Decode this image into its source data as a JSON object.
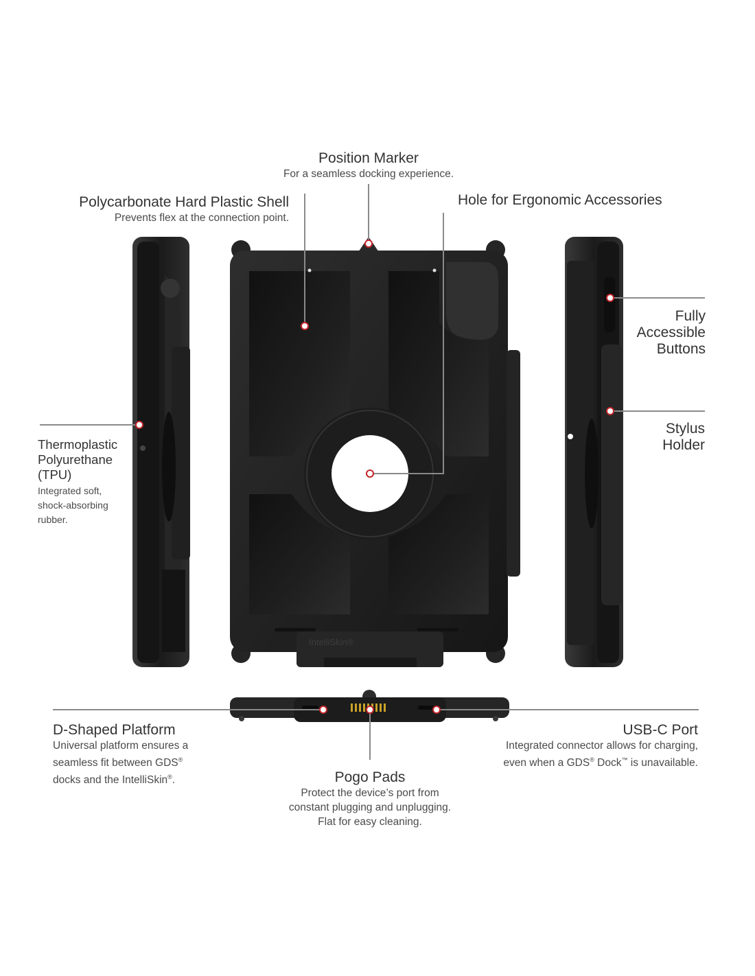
{
  "colors": {
    "callout_line": "#8a8a8a",
    "marker_ring": "#c3262b",
    "case_dark": "#1c1c1c",
    "case_mid": "#2a2a2a",
    "pogo_gold": "#c9a227"
  },
  "embossed_logo": "IntelliSkin®",
  "callouts": {
    "position_marker": {
      "title": "Position Marker",
      "desc": "For a seamless docking experience."
    },
    "polycarbonate": {
      "title": "Polycarbonate Hard Plastic Shell",
      "desc": "Prevents flex at the connection point."
    },
    "ergonomic_hole": {
      "title": "Hole for Ergonomic Accessories"
    },
    "buttons": {
      "line1": "Fully",
      "line2": "Accessible",
      "line3": "Buttons"
    },
    "stylus": {
      "line1": "Stylus",
      "line2": "Holder"
    },
    "tpu": {
      "line1": "Thermoplastic",
      "line2": "Polyurethane",
      "line3": "(TPU)",
      "desc1": "Integrated soft,",
      "desc2": "shock-absorbing",
      "desc3": "rubber."
    },
    "d_shaped": {
      "title": "D-Shaped Platform",
      "desc1": "Universal platform ensures a",
      "desc2": "seamless fit between GDS",
      "desc2_mark": "®",
      "desc3": "docks and the IntelliSkin",
      "desc3_mark": "®",
      "desc3_end": "."
    },
    "usbc": {
      "title": "USB-C Port",
      "desc1": "Integrated connector allows for charging,",
      "desc2a": "even when a GDS",
      "desc2_mark": "®",
      "desc2b": " Dock",
      "desc2_tm": "™",
      "desc2c": " is unavailable."
    },
    "pogo": {
      "title": "Pogo Pads",
      "desc1": "Protect the device’s port from",
      "desc2": "constant plugging and unplugging.",
      "desc3": "Flat for easy cleaning."
    }
  }
}
